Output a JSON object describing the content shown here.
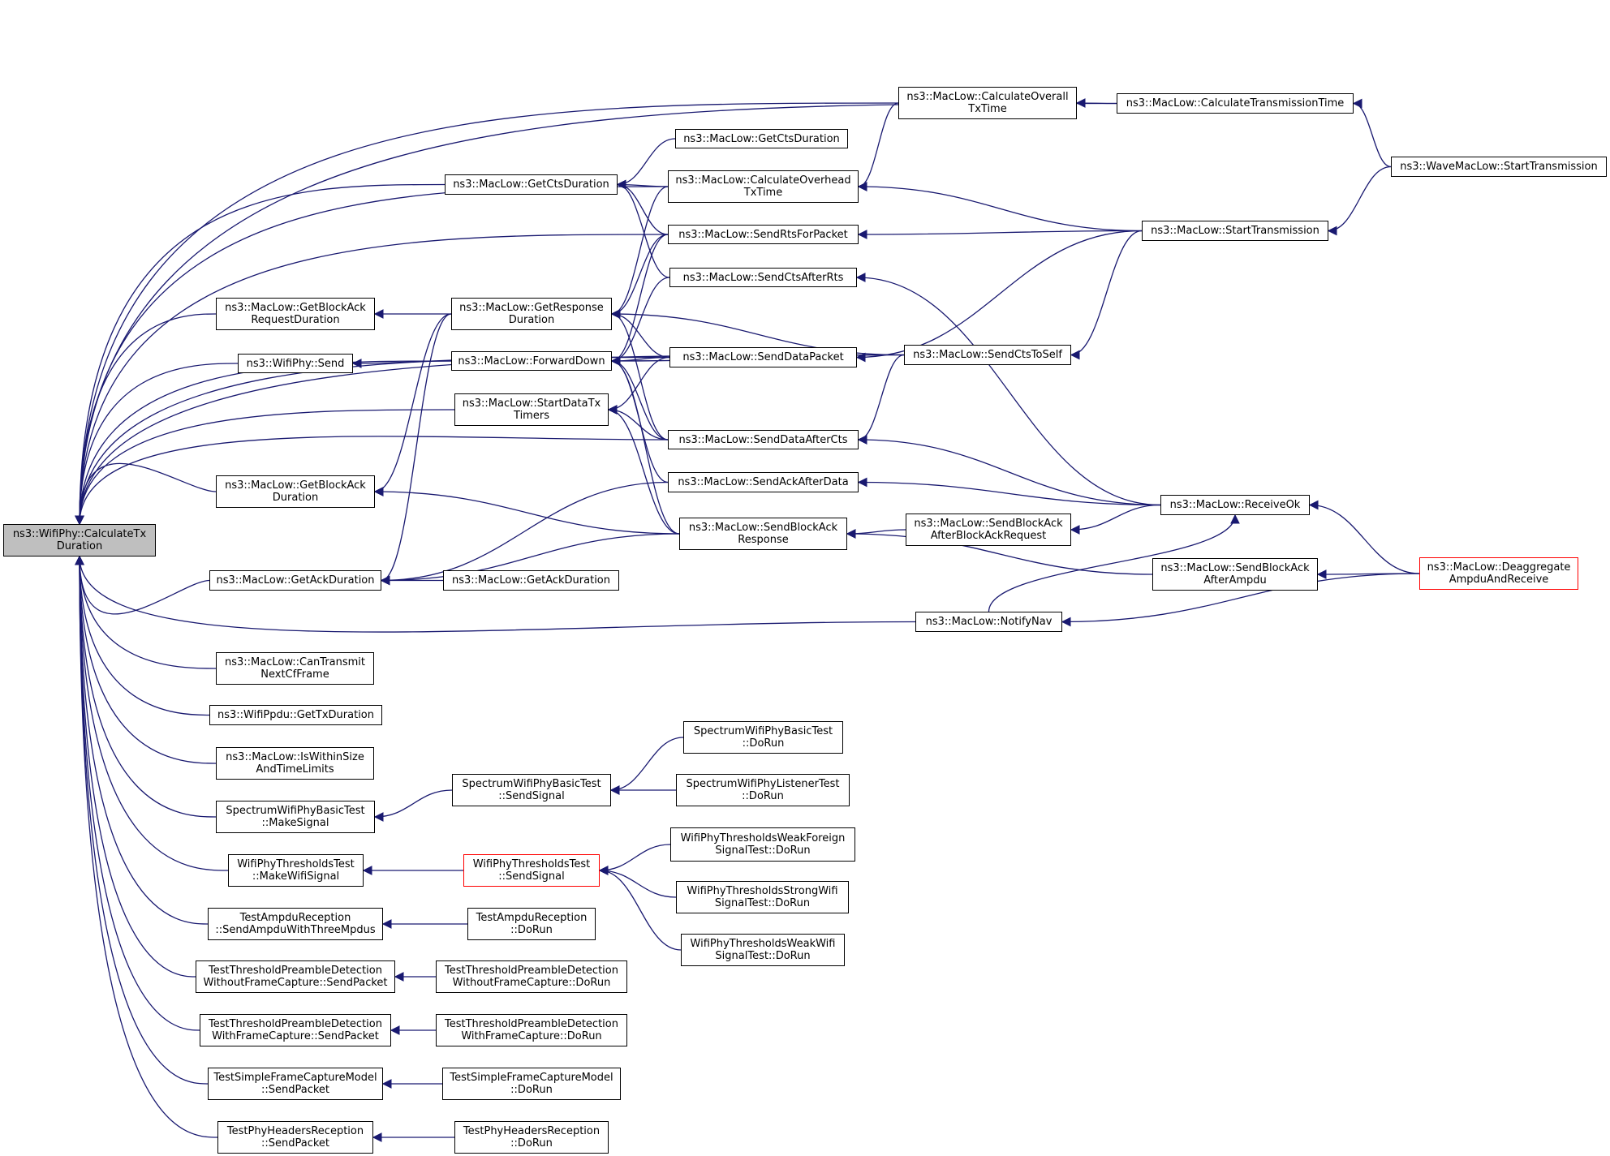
{
  "graph": {
    "edge_color": "#191970",
    "root_fill": "#bfbfbf",
    "truncated_border_color": "#ff0000",
    "nodes": [
      {
        "id": "root",
        "lines": [
          "ns3::WifiPhy::CalculateTx",
          "Duration"
        ],
        "root": true
      },
      {
        "id": "getBARD",
        "lines": [
          "ns3::MacLow::GetBlockAck",
          "RequestDuration"
        ]
      },
      {
        "id": "send",
        "lines": [
          "ns3::WifiPhy::Send"
        ]
      },
      {
        "id": "getBAD",
        "lines": [
          "ns3::MacLow::GetBlockAck",
          "Duration"
        ]
      },
      {
        "id": "getAck",
        "lines": [
          "ns3::MacLow::GetAckDuration"
        ]
      },
      {
        "id": "canTx",
        "lines": [
          "ns3::MacLow::CanTransmit",
          "NextCfFrame"
        ]
      },
      {
        "id": "ppdu",
        "lines": [
          "ns3::WifiPpdu::GetTxDuration"
        ]
      },
      {
        "id": "isWithin",
        "lines": [
          "ns3::MacLow::IsWithinSize",
          "AndTimeLimits"
        ]
      },
      {
        "id": "swpMake",
        "lines": [
          "SpectrumWifiPhyBasicTest",
          "::MakeSignal"
        ]
      },
      {
        "id": "wptMake",
        "lines": [
          "WifiPhyThresholdsTest",
          "::MakeWifiSignal"
        ]
      },
      {
        "id": "taSend",
        "lines": [
          "TestAmpduReception",
          "::SendAmpduWithThreeMpdus"
        ]
      },
      {
        "id": "ttpdWoSend",
        "lines": [
          "TestThresholdPreambleDetection",
          "WithoutFrameCapture::SendPacket"
        ]
      },
      {
        "id": "ttpdWSend",
        "lines": [
          "TestThresholdPreambleDetection",
          "WithFrameCapture::SendPacket"
        ]
      },
      {
        "id": "tsfcSend",
        "lines": [
          "TestSimpleFrameCaptureModel",
          "::SendPacket"
        ]
      },
      {
        "id": "tphSend",
        "lines": [
          "TestPhyHeadersReception",
          "::SendPacket"
        ]
      },
      {
        "id": "getCts",
        "lines": [
          "ns3::MacLow::GetCtsDuration"
        ]
      },
      {
        "id": "getResp",
        "lines": [
          "ns3::MacLow::GetResponse",
          "Duration"
        ]
      },
      {
        "id": "fwd",
        "lines": [
          "ns3::MacLow::ForwardDown"
        ]
      },
      {
        "id": "sdt",
        "lines": [
          "ns3::MacLow::StartDataTx",
          "Timers"
        ]
      },
      {
        "id": "getAck2",
        "lines": [
          "ns3::MacLow::GetAckDuration"
        ]
      },
      {
        "id": "swpSend",
        "lines": [
          "SpectrumWifiPhyBasicTest",
          "::SendSignal"
        ]
      },
      {
        "id": "wptSend",
        "lines": [
          "WifiPhyThresholdsTest",
          "::SendSignal"
        ],
        "truncated": true
      },
      {
        "id": "taRun",
        "lines": [
          "TestAmpduReception",
          "::DoRun"
        ]
      },
      {
        "id": "ttpdWoRun",
        "lines": [
          "TestThresholdPreambleDetection",
          "WithoutFrameCapture::DoRun"
        ]
      },
      {
        "id": "ttpdWRun",
        "lines": [
          "TestThresholdPreambleDetection",
          "WithFrameCapture::DoRun"
        ]
      },
      {
        "id": "tsfcRun",
        "lines": [
          "TestSimpleFrameCaptureModel",
          "::DoRun"
        ]
      },
      {
        "id": "tphRun",
        "lines": [
          "TestPhyHeadersReception",
          "::DoRun"
        ]
      },
      {
        "id": "getCts2",
        "lines": [
          "ns3::MacLow::GetCtsDuration"
        ]
      },
      {
        "id": "calcOH",
        "lines": [
          "ns3::MacLow::CalculateOverhead",
          "TxTime"
        ]
      },
      {
        "id": "sendRts",
        "lines": [
          "ns3::MacLow::SendRtsForPacket"
        ]
      },
      {
        "id": "sendCtsAR",
        "lines": [
          "ns3::MacLow::SendCtsAfterRts"
        ]
      },
      {
        "id": "sendDP",
        "lines": [
          "ns3::MacLow::SendDataPacket"
        ]
      },
      {
        "id": "sendDAC",
        "lines": [
          "ns3::MacLow::SendDataAfterCts"
        ]
      },
      {
        "id": "sendAAD",
        "lines": [
          "ns3::MacLow::SendAckAfterData"
        ]
      },
      {
        "id": "sendBAR",
        "lines": [
          "ns3::MacLow::SendBlockAck",
          "Response"
        ]
      },
      {
        "id": "swpBasicRun",
        "lines": [
          "SpectrumWifiPhyBasicTest",
          "::DoRun"
        ]
      },
      {
        "id": "swpListRun",
        "lines": [
          "SpectrumWifiPhyListenerTest",
          "::DoRun"
        ]
      },
      {
        "id": "wptWFRun",
        "lines": [
          "WifiPhyThresholdsWeakForeign",
          "SignalTest::DoRun"
        ]
      },
      {
        "id": "wptSWRun",
        "lines": [
          "WifiPhyThresholdsStrongWifi",
          "SignalTest::DoRun"
        ]
      },
      {
        "id": "wptWWRun",
        "lines": [
          "WifiPhyThresholdsWeakWifi",
          "SignalTest::DoRun"
        ]
      },
      {
        "id": "calcOverall",
        "lines": [
          "ns3::MacLow::CalculateOverall",
          "TxTime"
        ]
      },
      {
        "id": "sendCtsSelf",
        "lines": [
          "ns3::MacLow::SendCtsToSelf"
        ]
      },
      {
        "id": "sendBAABAR",
        "lines": [
          "ns3::MacLow::SendBlockAck",
          "AfterBlockAckRequest"
        ]
      },
      {
        "id": "notifyNav",
        "lines": [
          "ns3::MacLow::NotifyNav"
        ]
      },
      {
        "id": "calcTT",
        "lines": [
          "ns3::MacLow::CalculateTransmissionTime"
        ]
      },
      {
        "id": "startTx",
        "lines": [
          "ns3::MacLow::StartTransmission"
        ]
      },
      {
        "id": "receiveOk",
        "lines": [
          "ns3::MacLow::ReceiveOk"
        ]
      },
      {
        "id": "sendBAAA",
        "lines": [
          "ns3::MacLow::SendBlockAck",
          "AfterAmpdu"
        ]
      },
      {
        "id": "waveStart",
        "lines": [
          "ns3::WaveMacLow::StartTransmission"
        ]
      },
      {
        "id": "deagg",
        "lines": [
          "ns3::MacLow::Deaggregate",
          "AmpduAndReceive"
        ],
        "truncated": true
      }
    ]
  }
}
